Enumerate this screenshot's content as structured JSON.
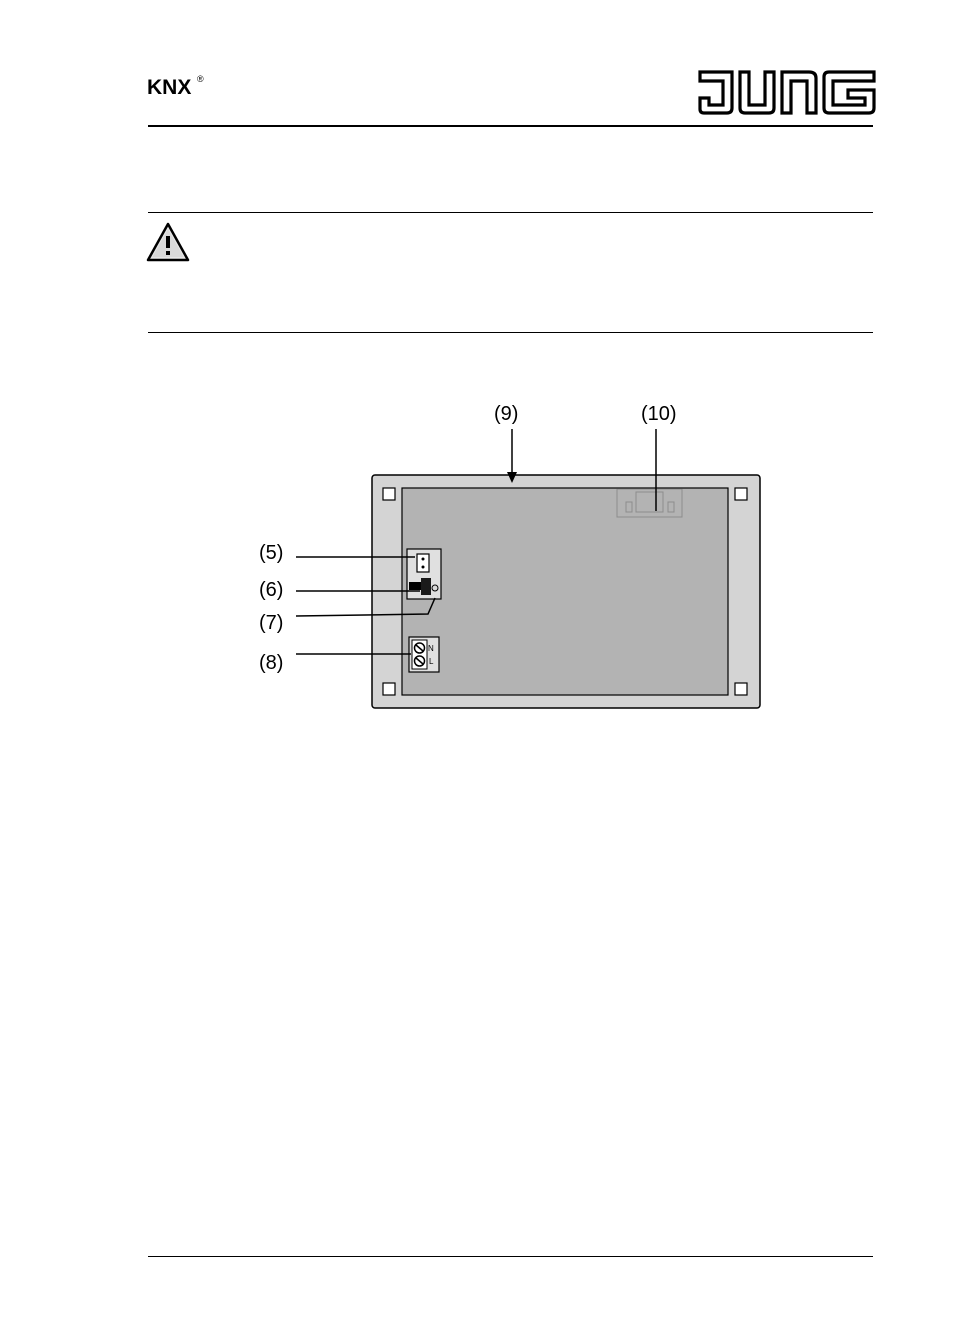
{
  "header": {
    "knx_logo": {
      "text": "KNX",
      "mark": "®"
    },
    "brand_logo": {
      "text": "JUNG"
    }
  },
  "warning": {
    "icon": "warning-triangle-icon"
  },
  "figure": {
    "callouts": [
      {
        "id": "5",
        "label": "(5)"
      },
      {
        "id": "6",
        "label": "(6)"
      },
      {
        "id": "7",
        "label": "(7)"
      },
      {
        "id": "8",
        "label": "(8)"
      },
      {
        "id": "9",
        "label": "(9)"
      },
      {
        "id": "10",
        "label": "(10)"
      }
    ],
    "terminal_labels": {
      "n": "N",
      "l": "L"
    }
  },
  "colors": {
    "panel_fill": "#b3b3b3",
    "frame_fill": "#d4d4d4",
    "line": "#000000"
  }
}
